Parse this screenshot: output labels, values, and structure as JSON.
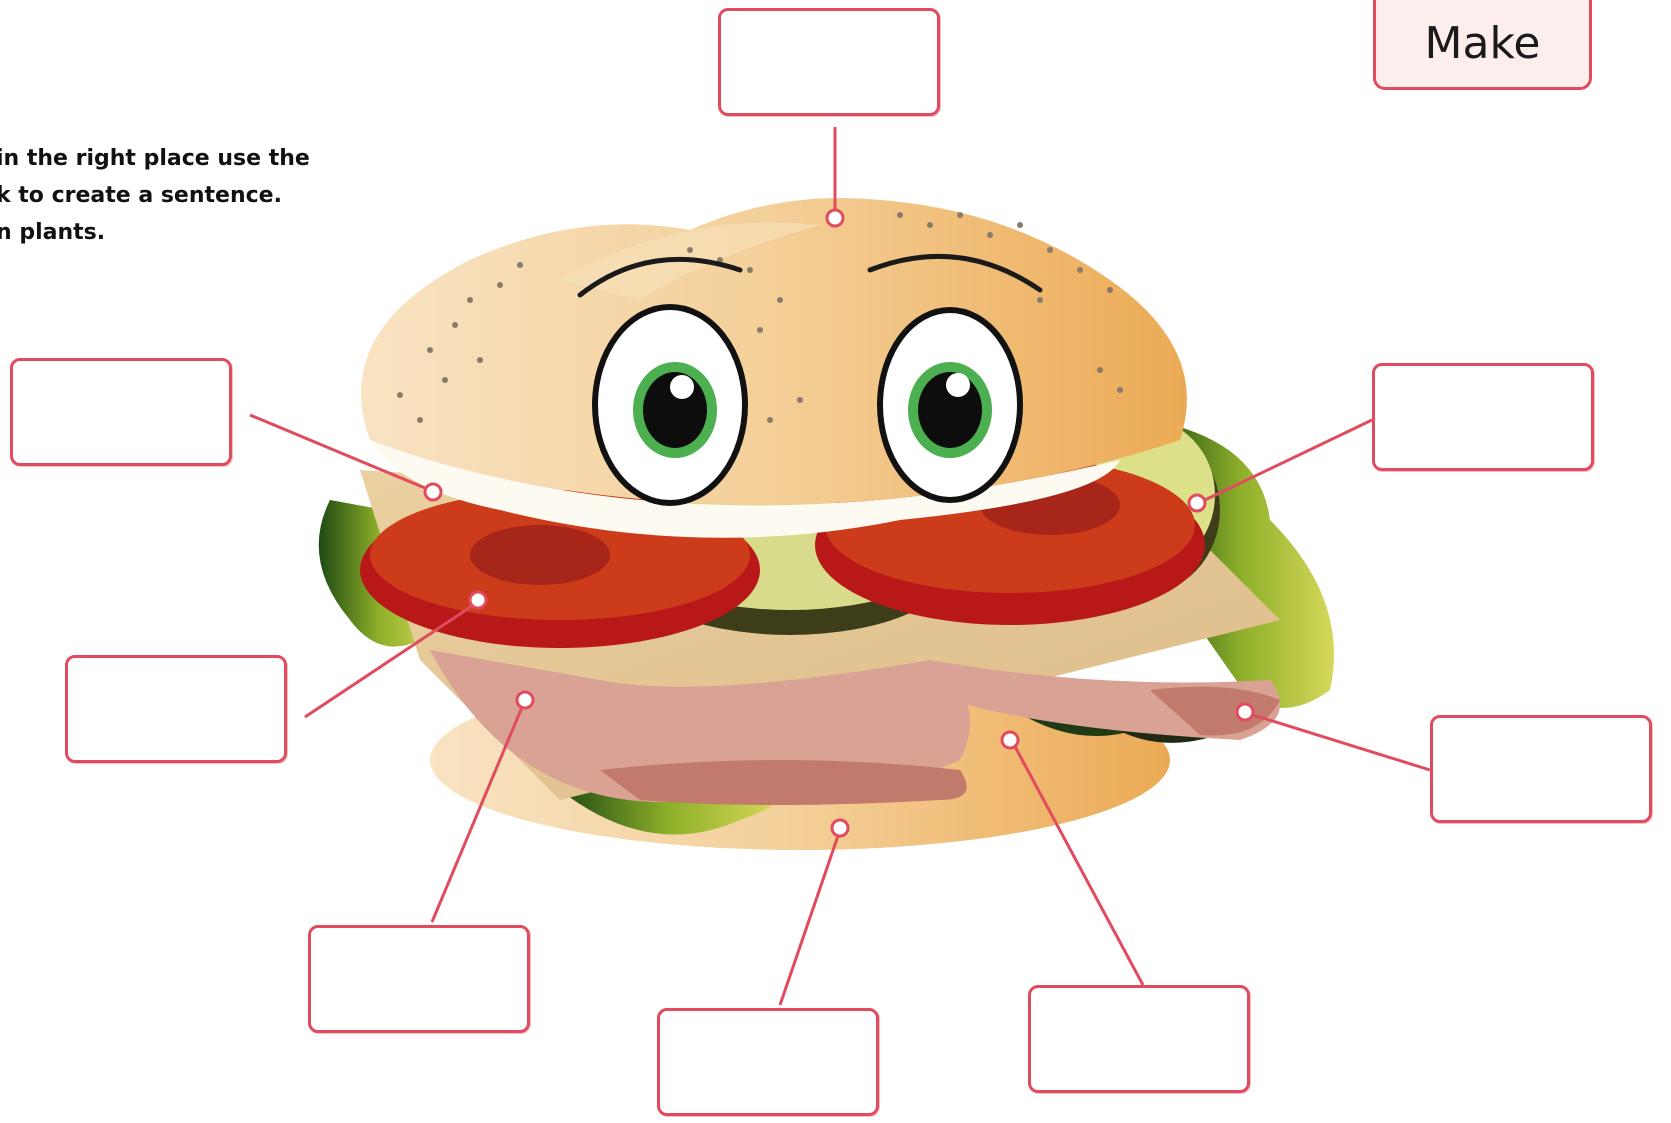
{
  "title_button": {
    "label": "Make"
  },
  "instructions": [
    "in the right place use the",
    "k to create a sentence.",
    "n plants."
  ],
  "label_boxes": [
    {
      "id": "top",
      "value": ""
    },
    {
      "id": "left-upper",
      "value": ""
    },
    {
      "id": "right-upper",
      "value": ""
    },
    {
      "id": "left-middle",
      "value": ""
    },
    {
      "id": "right-middle",
      "value": ""
    },
    {
      "id": "bottom-left",
      "value": ""
    },
    {
      "id": "bottom-center",
      "value": ""
    },
    {
      "id": "bottom-right",
      "value": ""
    }
  ],
  "colors": {
    "accent_pink": "#e04b5e",
    "button_fill": "#fdeeee",
    "bun": "#f0c38a",
    "tomato": "#c8281e",
    "cucumber": "#d6d98a",
    "cheese": "#e6c79a",
    "ham": "#d89a8e",
    "lettuce": "#9ab62a",
    "eye_green": "#4caf50"
  }
}
